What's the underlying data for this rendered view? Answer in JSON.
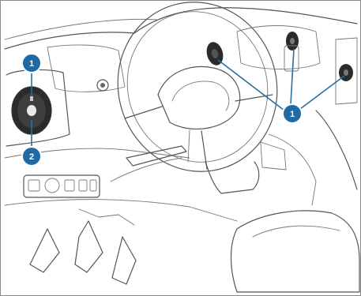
{
  "callouts": [
    {
      "id": "callout-1-left",
      "label": "1"
    },
    {
      "id": "callout-2-left",
      "label": "2"
    },
    {
      "id": "callout-1-right",
      "label": "1"
    }
  ],
  "colors": {
    "callout_fill": "#1f6aa5",
    "pointer_line": "#2a6f9e",
    "drawing_line": "#555555"
  }
}
